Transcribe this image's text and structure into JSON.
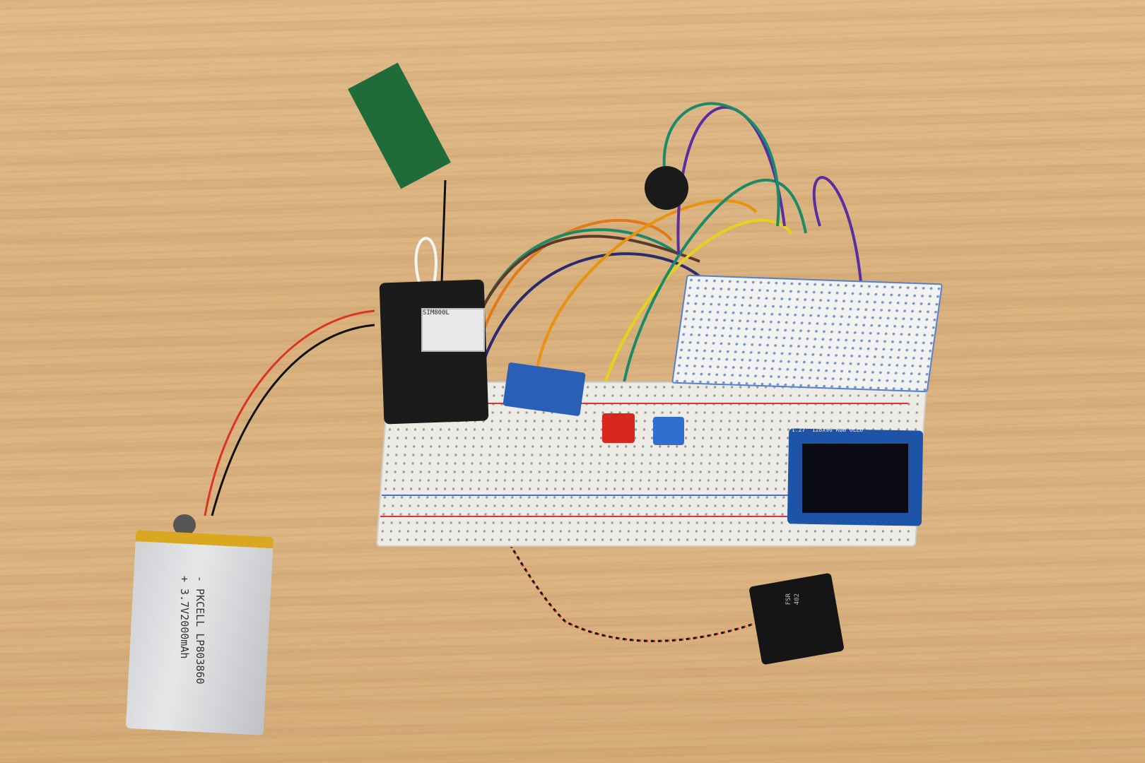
{
  "scene": {
    "description": "Electronics prototype on a wooden table: breadboard with GSM module, OLED display, buttons, and LiPo battery",
    "background": "light wood table"
  },
  "battery": {
    "line1": "- PKCELL LP803860",
    "line2": "+ 3.7V2000mAh"
  },
  "gsm_module": {
    "label": "SIM800L"
  },
  "oled": {
    "label": "1.27\" 128x96 RGB OLED"
  },
  "fsr": {
    "line1": "FSR",
    "line2": "402"
  },
  "colors": {
    "wood": "#dcb584",
    "button_red": "#d8281e",
    "button_blue": "#2f6fd0",
    "oled_pcb": "#1e54a8",
    "antenna_pcb": "#1f6b3a"
  }
}
